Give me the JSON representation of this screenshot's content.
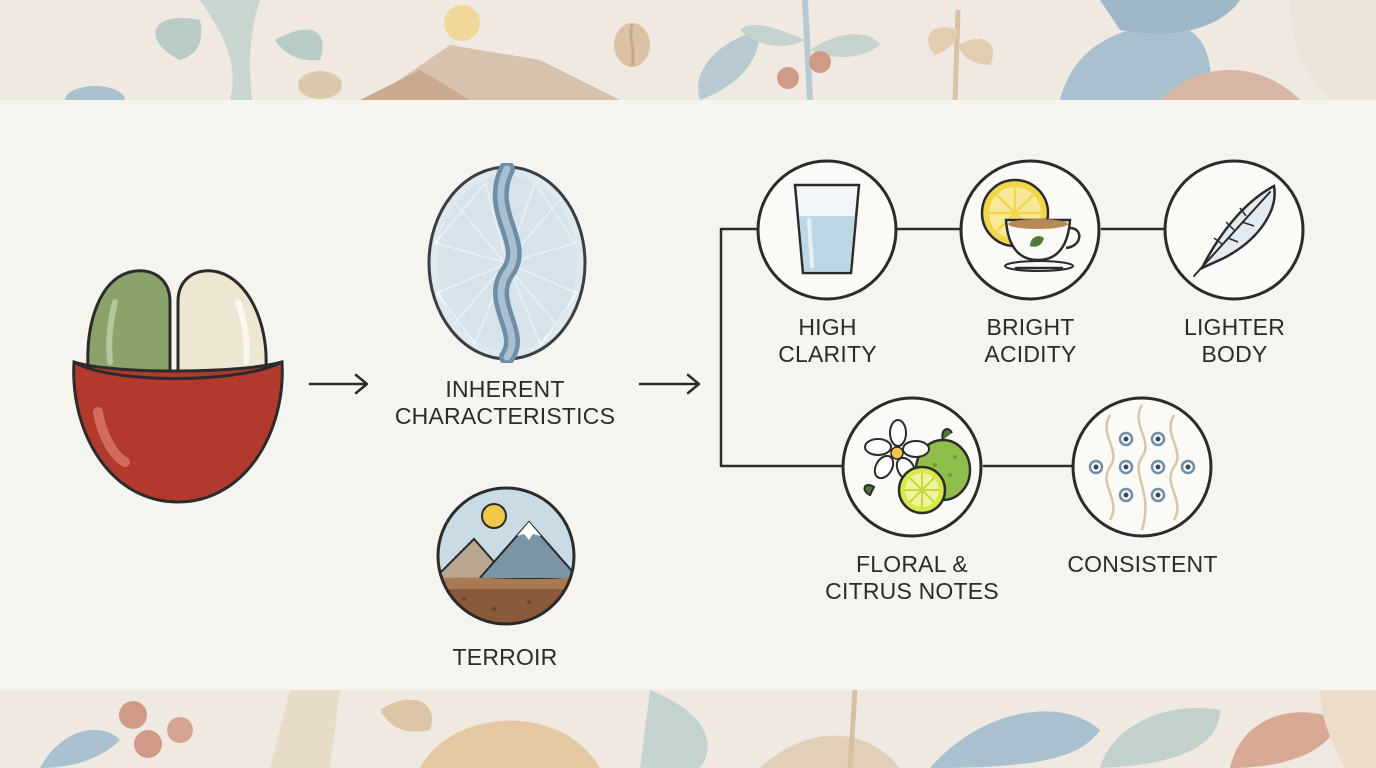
{
  "diagram": {
    "source_node": {
      "icon": "coffee-cherry-icon"
    },
    "center_node": {
      "icon": "crystal-coffee-bean-icon",
      "label": "INHERENT\nCHARACTERISTICS"
    },
    "influence_node": {
      "icon": "mountain-landscape-icon",
      "label": "TERROIR"
    },
    "traits": [
      {
        "icon": "water-glass-icon",
        "label": "HIGH\nCLARITY"
      },
      {
        "icon": "lemon-tea-icon",
        "label": "BRIGHT\nACIDITY"
      },
      {
        "icon": "feather-icon",
        "label": "LIGHTER\nBODY"
      },
      {
        "icon": "flower-citrus-icon",
        "label": "FLORAL &\nCITRUS NOTES"
      },
      {
        "icon": "pattern-dots-icon",
        "label": "CONSISTENT"
      }
    ],
    "colors": {
      "outline": "#2b2b2b",
      "cherry_red": "#b23a2c",
      "bean_green": "#8aa36a",
      "bean_cream": "#ece6d2",
      "crystal_blue": "#c9d9e6",
      "lemon_yellow": "#f2d64a"
    }
  }
}
